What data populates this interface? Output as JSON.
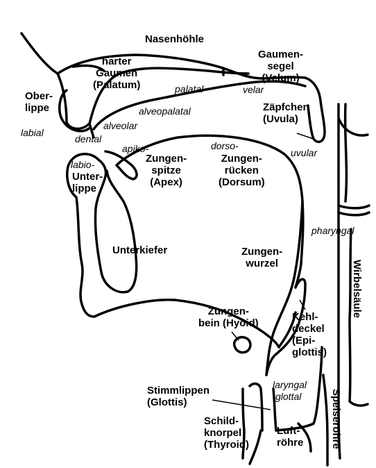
{
  "diagram": {
    "bold_labels": {
      "nasenhoehle": [
        "Nasenhöhle"
      ],
      "harter_gaumen": [
        "harter",
        "Gaumen",
        "(Palatum)"
      ],
      "oberlippe": [
        "Ober-",
        "lippe"
      ],
      "gaumensegel": [
        "Gaumen-",
        "segel",
        "(Velum)"
      ],
      "zaepfchen": [
        "Zäpfchen",
        "(Uvula)"
      ],
      "zungenspitze": [
        "Zungen-",
        "spitze",
        "(Apex)"
      ],
      "zungenruecken": [
        "Zungen-",
        "rücken",
        "(Dorsum)"
      ],
      "unterlippe": [
        "Unter-",
        "lippe"
      ],
      "unterkiefer": [
        "Unterkiefer"
      ],
      "zungenwurzel": [
        "Zungen-",
        "wurzel"
      ],
      "zungenbein": [
        "Zungen-",
        "bein (Hyoid)"
      ],
      "kehldeckel": [
        "Kehl-",
        "deckel",
        "(Epi-",
        "glottis)"
      ],
      "stimmlippen": [
        "Stimmlippen",
        "(Glottis)"
      ],
      "schildknorpel": [
        "Schild-",
        "knorpel",
        "(Thyroid)"
      ],
      "luftroehre": [
        "Luft-",
        "röhre"
      ],
      "wirbelsaeule": "Wirbelsäule",
      "speiseroehre": "Speiseröhre"
    },
    "italic_labels": {
      "palatal": "palatal",
      "velar": "velar",
      "alveopalatal": "alveopalatal",
      "labial": "labial",
      "alveolar": "alveolar",
      "dental": "dental",
      "apiko": "apiko-",
      "dorso": "dorso-",
      "labio": "labio-",
      "uvular": "uvular",
      "pharyngal": "pharyngal",
      "laryngal": "laryngal",
      "glottal": "glottal"
    }
  }
}
